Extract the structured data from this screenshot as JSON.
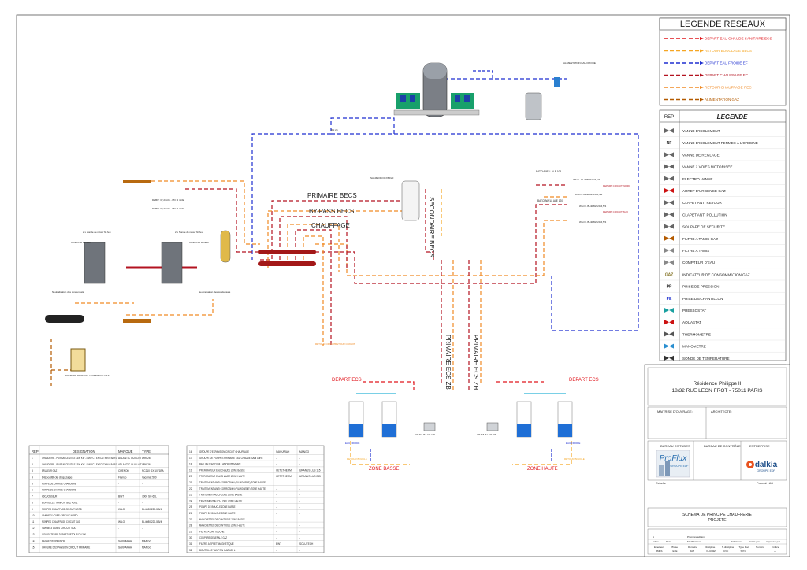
{
  "legend_networks": {
    "title": "LEGENDE RESEAUX",
    "items": [
      {
        "label": "DEPART EAU CHAUDE SANITAIRE ECS",
        "color": "#e0161c"
      },
      {
        "label": "RETOUR BOUCLAGE BECS",
        "color": "#f5a623"
      },
      {
        "label": "DEPART EAU FROIDE EF",
        "color": "#1e2fd0"
      },
      {
        "label": "DEPART CHAUFFAGE EC",
        "color": "#b31320"
      },
      {
        "label": "RETOUR CHAUFFAGE REC",
        "color": "#f08a24"
      },
      {
        "label": "ALIMENTATION GAZ",
        "color": "#b35a00"
      }
    ]
  },
  "legend_symbols": {
    "rep_header": "REP",
    "title": "LEGENDE",
    "items": [
      {
        "label": "VANNE D'ISOLEMENT",
        "icon": "valve-icon",
        "color": "#666666"
      },
      {
        "label": "VANNE D'ISOLEMENT FERMEE A L'ORIGINE",
        "icon": "closed-valve-icon",
        "code": "NF",
        "color": "#333333"
      },
      {
        "label": "VANNE DE REGLAGE",
        "icon": "balancing-valve-icon",
        "color": "#666666"
      },
      {
        "label": "VANNE 2 VOIES MOTORISEE",
        "icon": "motorized-valve-icon",
        "color": "#666666"
      },
      {
        "label": "ELECTRO VANNE",
        "icon": "solenoid-valve-icon",
        "color": "#666666"
      },
      {
        "label": "ARRET D'URGENCE GAZ",
        "icon": "gas-emergency-stop-icon",
        "color": "#cc1111"
      },
      {
        "label": "CLAPET ANTI RETOUR",
        "icon": "check-valve-icon",
        "color": "#666666"
      },
      {
        "label": "CLAPET ANTI POLLUTION",
        "icon": "backflow-preventer-icon",
        "color": "#666666"
      },
      {
        "label": "SOUPAPE DE SECURITE",
        "icon": "safety-valve-icon",
        "color": "#666666"
      },
      {
        "label": "FILTRE A TAMIS GAZ",
        "icon": "gas-strainer-icon",
        "color": "#b35a00"
      },
      {
        "label": "FILTRE A TAMIS",
        "icon": "strainer-icon",
        "color": "#888888"
      },
      {
        "label": "COMPTEUR D'EAU",
        "icon": "water-meter-icon",
        "color": "#888888"
      },
      {
        "label": "INDICATEUR DE CONSOMMATION GAZ",
        "icon": "gas-meter-icon",
        "code": "GAZ",
        "color": "#8a7a30"
      },
      {
        "label": "PRISE DE PRESSION",
        "icon": "pressure-tap-icon",
        "code": "PP",
        "color": "#222222"
      },
      {
        "label": "PRISE D'ECHANTILLON",
        "icon": "sample-tap-icon",
        "code": "PE",
        "color": "#1e2fd0"
      },
      {
        "label": "PRESSOSTAT",
        "icon": "pressure-switch-icon",
        "color": "#1aa0a0"
      },
      {
        "label": "AQUASTAT",
        "icon": "aquastat-icon",
        "color": "#cc1111"
      },
      {
        "label": "THERMOMETRE",
        "icon": "thermometer-icon",
        "color": "#555555"
      },
      {
        "label": "MANOMETRE",
        "icon": "pressure-gauge-icon",
        "color": "#2a8fd0"
      },
      {
        "label": "SONDE DE TEMPERATURE",
        "icon": "temperature-sensor-icon",
        "color": "#333333"
      }
    ]
  },
  "title_block": {
    "project_name": "Résidence Philippe II",
    "project_address": "18/32 RUE LEON FROT - 75011 PARIS",
    "maitrise_label": "MAITRISE D'OUVRAGE:",
    "architecte_label": "ARCHITECTE:",
    "bureau_etudes_label": "BUREAU D'ETUDES",
    "bureau_controle_label": "BUREAU DE CONTRÔLE",
    "entreprise_label": "ENTREPRISE",
    "proflux_logo": "ProFlux",
    "proflux_sub": "GROUPE EDF",
    "dalkia_logo": "dalkia",
    "dalkia_sub": "GROUPE EDF",
    "echelle_label": "Echelle",
    "format_label": "Format : A3",
    "drawing_title": "SCHEMA DE PRINCIPE CHAUFFERIE",
    "drawing_subtitle": "PROJETE",
    "revision_header": [
      "Indice",
      "Date",
      "Modifications",
      "Etabli par",
      "Vérifié par",
      "Approuvé par"
    ],
    "revision_rows": [
      [
        "A",
        "",
        "Première édition",
        "",
        "",
        ""
      ]
    ],
    "code_header": [
      "Emetteur",
      "Phase",
      "Domaine",
      "Discipline",
      "N.discipline",
      "Type Doc",
      "Numéro",
      "Indice"
    ],
    "code_values": [
      "BMES",
      "EXE",
      "BAT",
      "FLUIDES",
      "CVC",
      "SYN",
      "",
      "A"
    ]
  },
  "equipment_table_left": {
    "headers": [
      "REP",
      "DESIGNATION",
      "MARQUE",
      "TYPE"
    ],
    "rows": [
      [
        "1",
        "CHAUDIERE - PUISSANCE UTILE 1300 KW - 80/60°C - EXECUTION 6 BARS",
        "ATLANTIC GUILLOT",
        "LRK 26"
      ],
      [
        "2",
        "CHAUDIERE - PUISSANCE UTILE 1300 KW - 80/60°C - EXECUTION 6 BARS",
        "ATLANTIC GUILLOT",
        "LRK 26"
      ],
      [
        "3",
        "BRULEUR GAZ",
        "CUENOD",
        "NC210 GX 1071BA"
      ],
      [
        "4",
        "Dispositif de dégazage",
        "Flamco",
        "Vacumat 500"
      ],
      [
        "5",
        "POMPE DE CHARGE CHAUDIERE",
        "-",
        "-"
      ],
      [
        "6",
        "POMPE DE CHARGE CHAUDIERE",
        "-",
        "-"
      ],
      [
        "7",
        "ADOUCISSEUR",
        "BWT",
        "7000 SC-60L"
      ],
      [
        "8",
        "BOUTEILLE TAMPON GAZ 400 L",
        "-",
        "-"
      ],
      [
        "9",
        "POMPES CHAUFFAGE CIRCUIT NORD",
        "WILO",
        "BL4080/220-5,5/4"
      ],
      [
        "10",
        "VANNE 3 VOIES CIRCUIT NORD",
        "-",
        "-"
      ],
      [
        "11",
        "POMPES CHAUFFAGE CIRCUIT SUD",
        "WILO",
        "BL4080/220-5,5/4"
      ],
      [
        "12",
        "VANNE 3 VOIES CIRCUIT SUD",
        "-",
        "-"
      ],
      [
        "13",
        "COLLECTEURS DEPART/RETOUR DN 300",
        "-",
        "-"
      ],
      [
        "14",
        "BACHE D'EXPANSION",
        "SAKKARAH",
        "MANGO"
      ],
      [
        "15",
        "GROUPE D'EXPANSION CIRCUIT PRIMAIRE",
        "SAKKARAH",
        "MANGO"
      ]
    ]
  },
  "equipment_table_right": {
    "rows": [
      [
        "16",
        "GROUPE D'EXPANSION CIRCUIT CHAUFFAGE",
        "SAKKARAH",
        "MANGO"
      ],
      [
        "17",
        "GROUPE DE POMPES PRIMAIRE EAU CHAUDE SANITAIRE",
        "-",
        "-"
      ],
      [
        "18",
        "BALLON D'ACCUMULATION PRIMAIRE",
        "-",
        "-"
      ],
      [
        "19",
        "PREPARATEUR EAU CHAUDE ZONE BASSE",
        "CETETHERM",
        "URANUS LUS 115"
      ],
      [
        "20",
        "PREPARATEUR EAU CHAUDE ZONE HAUTE",
        "CETETHERM",
        "URANUS LUS 245"
      ],
      [
        "21",
        "TRAITEMENT ANTI CORROSION (FILMOGENE) ZONE BASSE",
        "-",
        "-"
      ],
      [
        "22",
        "TRAITEMENT ANTI CORROSION (FILMOGENE) ZONE HAUTE",
        "-",
        "-"
      ],
      [
        "23",
        "TRAITEMENT AU CHLORE ZONE BASSE",
        "-",
        "-"
      ],
      [
        "24",
        "TRAITEMENT AU CHLORE ZONE HAUTE",
        "-",
        "-"
      ],
      [
        "25",
        "POMPE DE BOUCLE ZONE BASSE",
        "-",
        "-"
      ],
      [
        "26",
        "POMPE DE BOUCLE ZONE HAUTE",
        "-",
        "-"
      ],
      [
        "27",
        "MANCHETTES DE CONTROLE ZONE BASSE",
        "-",
        "-"
      ],
      [
        "28",
        "MANCHETTES DE CONTROLE ZONE HAUTE",
        "-",
        "-"
      ],
      [
        "29",
        "FILTRE A CARTOUCHE",
        "-",
        "-"
      ],
      [
        "30",
        "COUPURE GENERALE GAZ",
        "-",
        "-"
      ],
      [
        "31",
        "FILTRE A EFFET MAGNETIQUE",
        "BWT",
        "SOLUTECH"
      ],
      [
        "32",
        "BOUTEILLE TAMPON GAZ 400 L",
        "-",
        "-"
      ]
    ]
  },
  "diagram_labels": {
    "primaire_becs": "PRIMAIRE BECS",
    "bypass_becs": "BY-PASS BECS",
    "chauffage": "CHAUFFAGE",
    "secondaire_becs": "SECONDAIRE BECS",
    "primaire_ecs_zb": "PRIMAIRE ECS ZB",
    "primaire_ecs_zh": "PRIMAIRE ECS ZH",
    "depart_ecs_left": "DEPART ECS",
    "depart_ecs_right": "DEPART ECS",
    "zone_basse": "ZONE BASSE",
    "zone_haute": "ZONE HAUTE",
    "alimentation_eau_froide": "ALIMENTATION EAU FROIDE",
    "batchwell_1": "BATCHWELL ALE 103",
    "batchwell_2": "BATCHWELL ALE 120",
    "wilo_1": "WILO - BL4080/220-5,5/4",
    "wilo_2": "WILO - BL4080/220-5,5/4",
    "wilo_3": "WILO - BL4080/220-5,5/4",
    "wilo_4": "WILO - BL4080/220-5,5/4",
    "depart_nord": "DEPART CIRCUIT NORD",
    "depart_sud": "DEPART CIRCUIT SUD",
    "retour_left": "RETOUR CIRCUIT",
    "retour_right": "RETOUR CIRCUIT",
    "uranus_lus115": "URANUS LUS 115",
    "uranus_lus245": "URANUS LUS 245",
    "boiler_note_1": "2 x Sonde de retour fin feu",
    "boiler_note_2": "2 x Sonde de retour fin feu",
    "confort_1": "Confort de fumées",
    "confort_2": "Confort de fumées",
    "neutralisation_1": "Neutralisation des condensats",
    "neutralisation_2": "Neutralisation des condensats",
    "debit_1": "DEBIT: 37,2 m³/h - PD: 4 mCE",
    "debit_2": "DEBIT: 37,2 m³/h - PD: 4 mCE",
    "gas_meter_note": "POSTE DE DETENTE / COMPTAGE GAZ",
    "salmson": "SALMSON DCX80/20",
    "eau_froide_left": "EAU FROIDE",
    "eau_froide_right": "EAU FROIDE",
    "retour_bcl_left": "RETOUR BOUCLE",
    "retour_bcl_right": "RETOUR BOUCLE",
    "dn_label": "DN 25"
  }
}
